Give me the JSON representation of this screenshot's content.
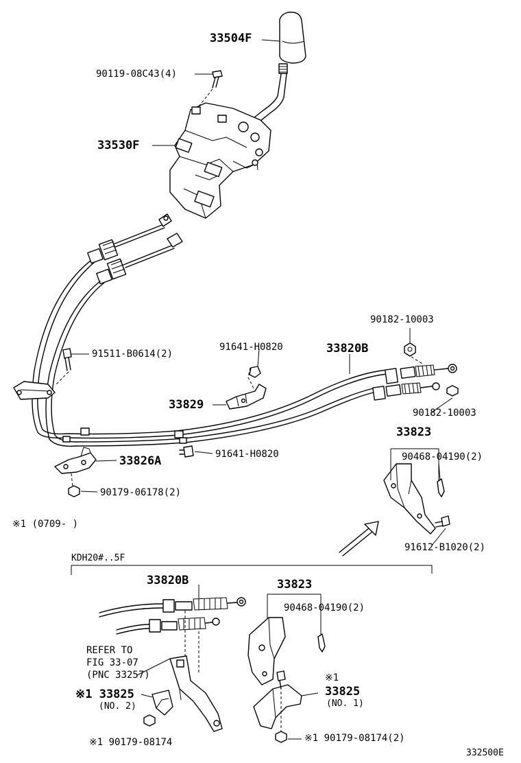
{
  "labels": {
    "p33504f": "33504F",
    "p90119": "90119-08C43(4)",
    "p33530f": "33530F",
    "p90182_top": "90182-10003",
    "p91511": "91511-B0614(2)",
    "p91641_top": "91641-H0820",
    "p33820b": "33820B",
    "p33829": "33829",
    "p90182_mid": "90182-10003",
    "p33823": "33823",
    "p90468": "90468-04190(2)",
    "p91641_bot": "91641-H0820",
    "p33826a": "33826A",
    "p90179_main": "90179-06178(2)",
    "note1": "※1 (0709-     )",
    "p91612": "91612-B1020(2)",
    "variant": "KDH20#..5F",
    "inset_33820b": "33820B",
    "inset_33823": "33823",
    "inset_90468": "90468-04190(2)",
    "refer_line1": "REFER TO",
    "refer_line2": "FIG 33-07",
    "refer_line3": "(PNC 33257)",
    "inset_33825_left": "※1 33825",
    "inset_no2": "(NO. 2)",
    "inset_mark_right": "※1",
    "inset_33825_right": "33825",
    "inset_no1": "(NO. 1)",
    "inset_90179_left": "※1 90179-08174",
    "inset_90179_right": "※1 90179-08174(2)",
    "figure_code": "332500E"
  }
}
